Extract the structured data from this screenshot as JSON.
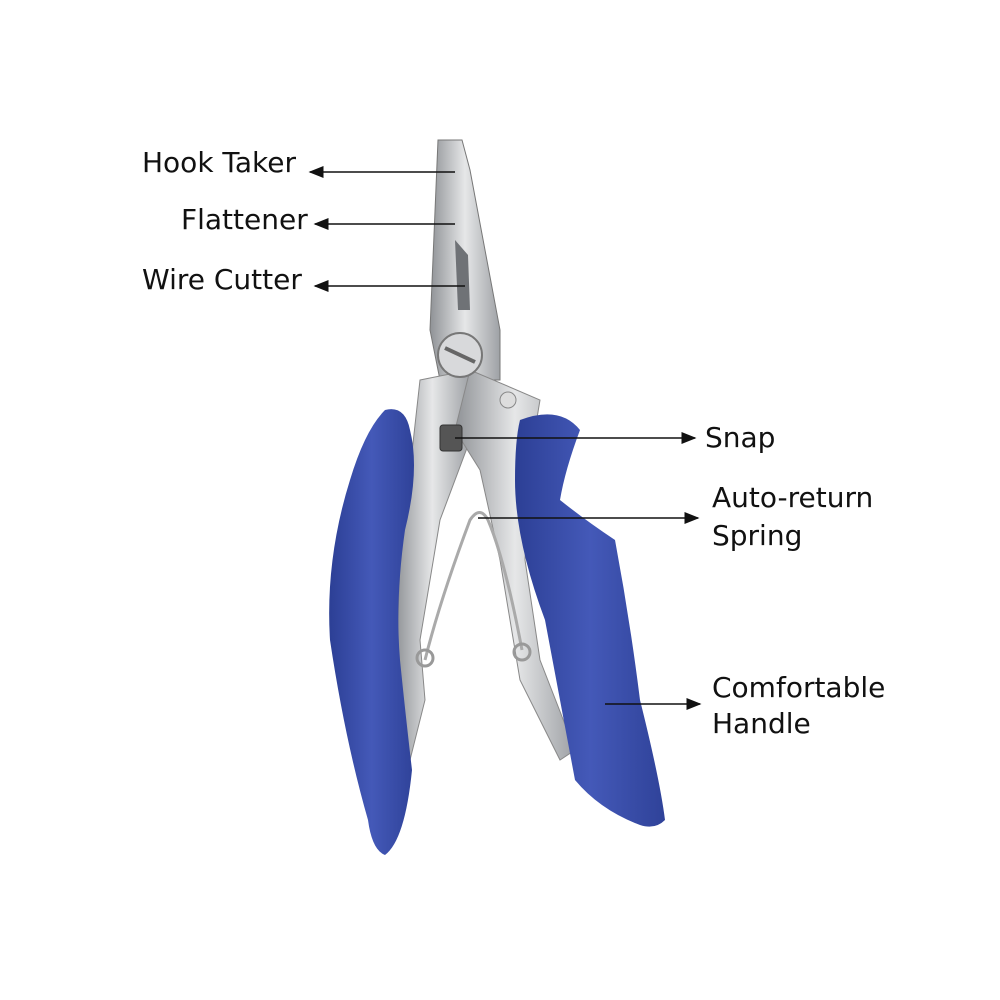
{
  "labels": {
    "hook_taker": "Hook Taker",
    "flattener": "Flattener",
    "wire_cutter": "Wire Cutter",
    "snap": "Snap",
    "spring_line1": "Auto-return",
    "spring_line2": "Spring",
    "handle_line1": "Comfortable",
    "handle_line2": "Handle"
  },
  "colors": {
    "handle": "#3b4fae",
    "steel": "#c9cacc",
    "text": "#111111"
  }
}
